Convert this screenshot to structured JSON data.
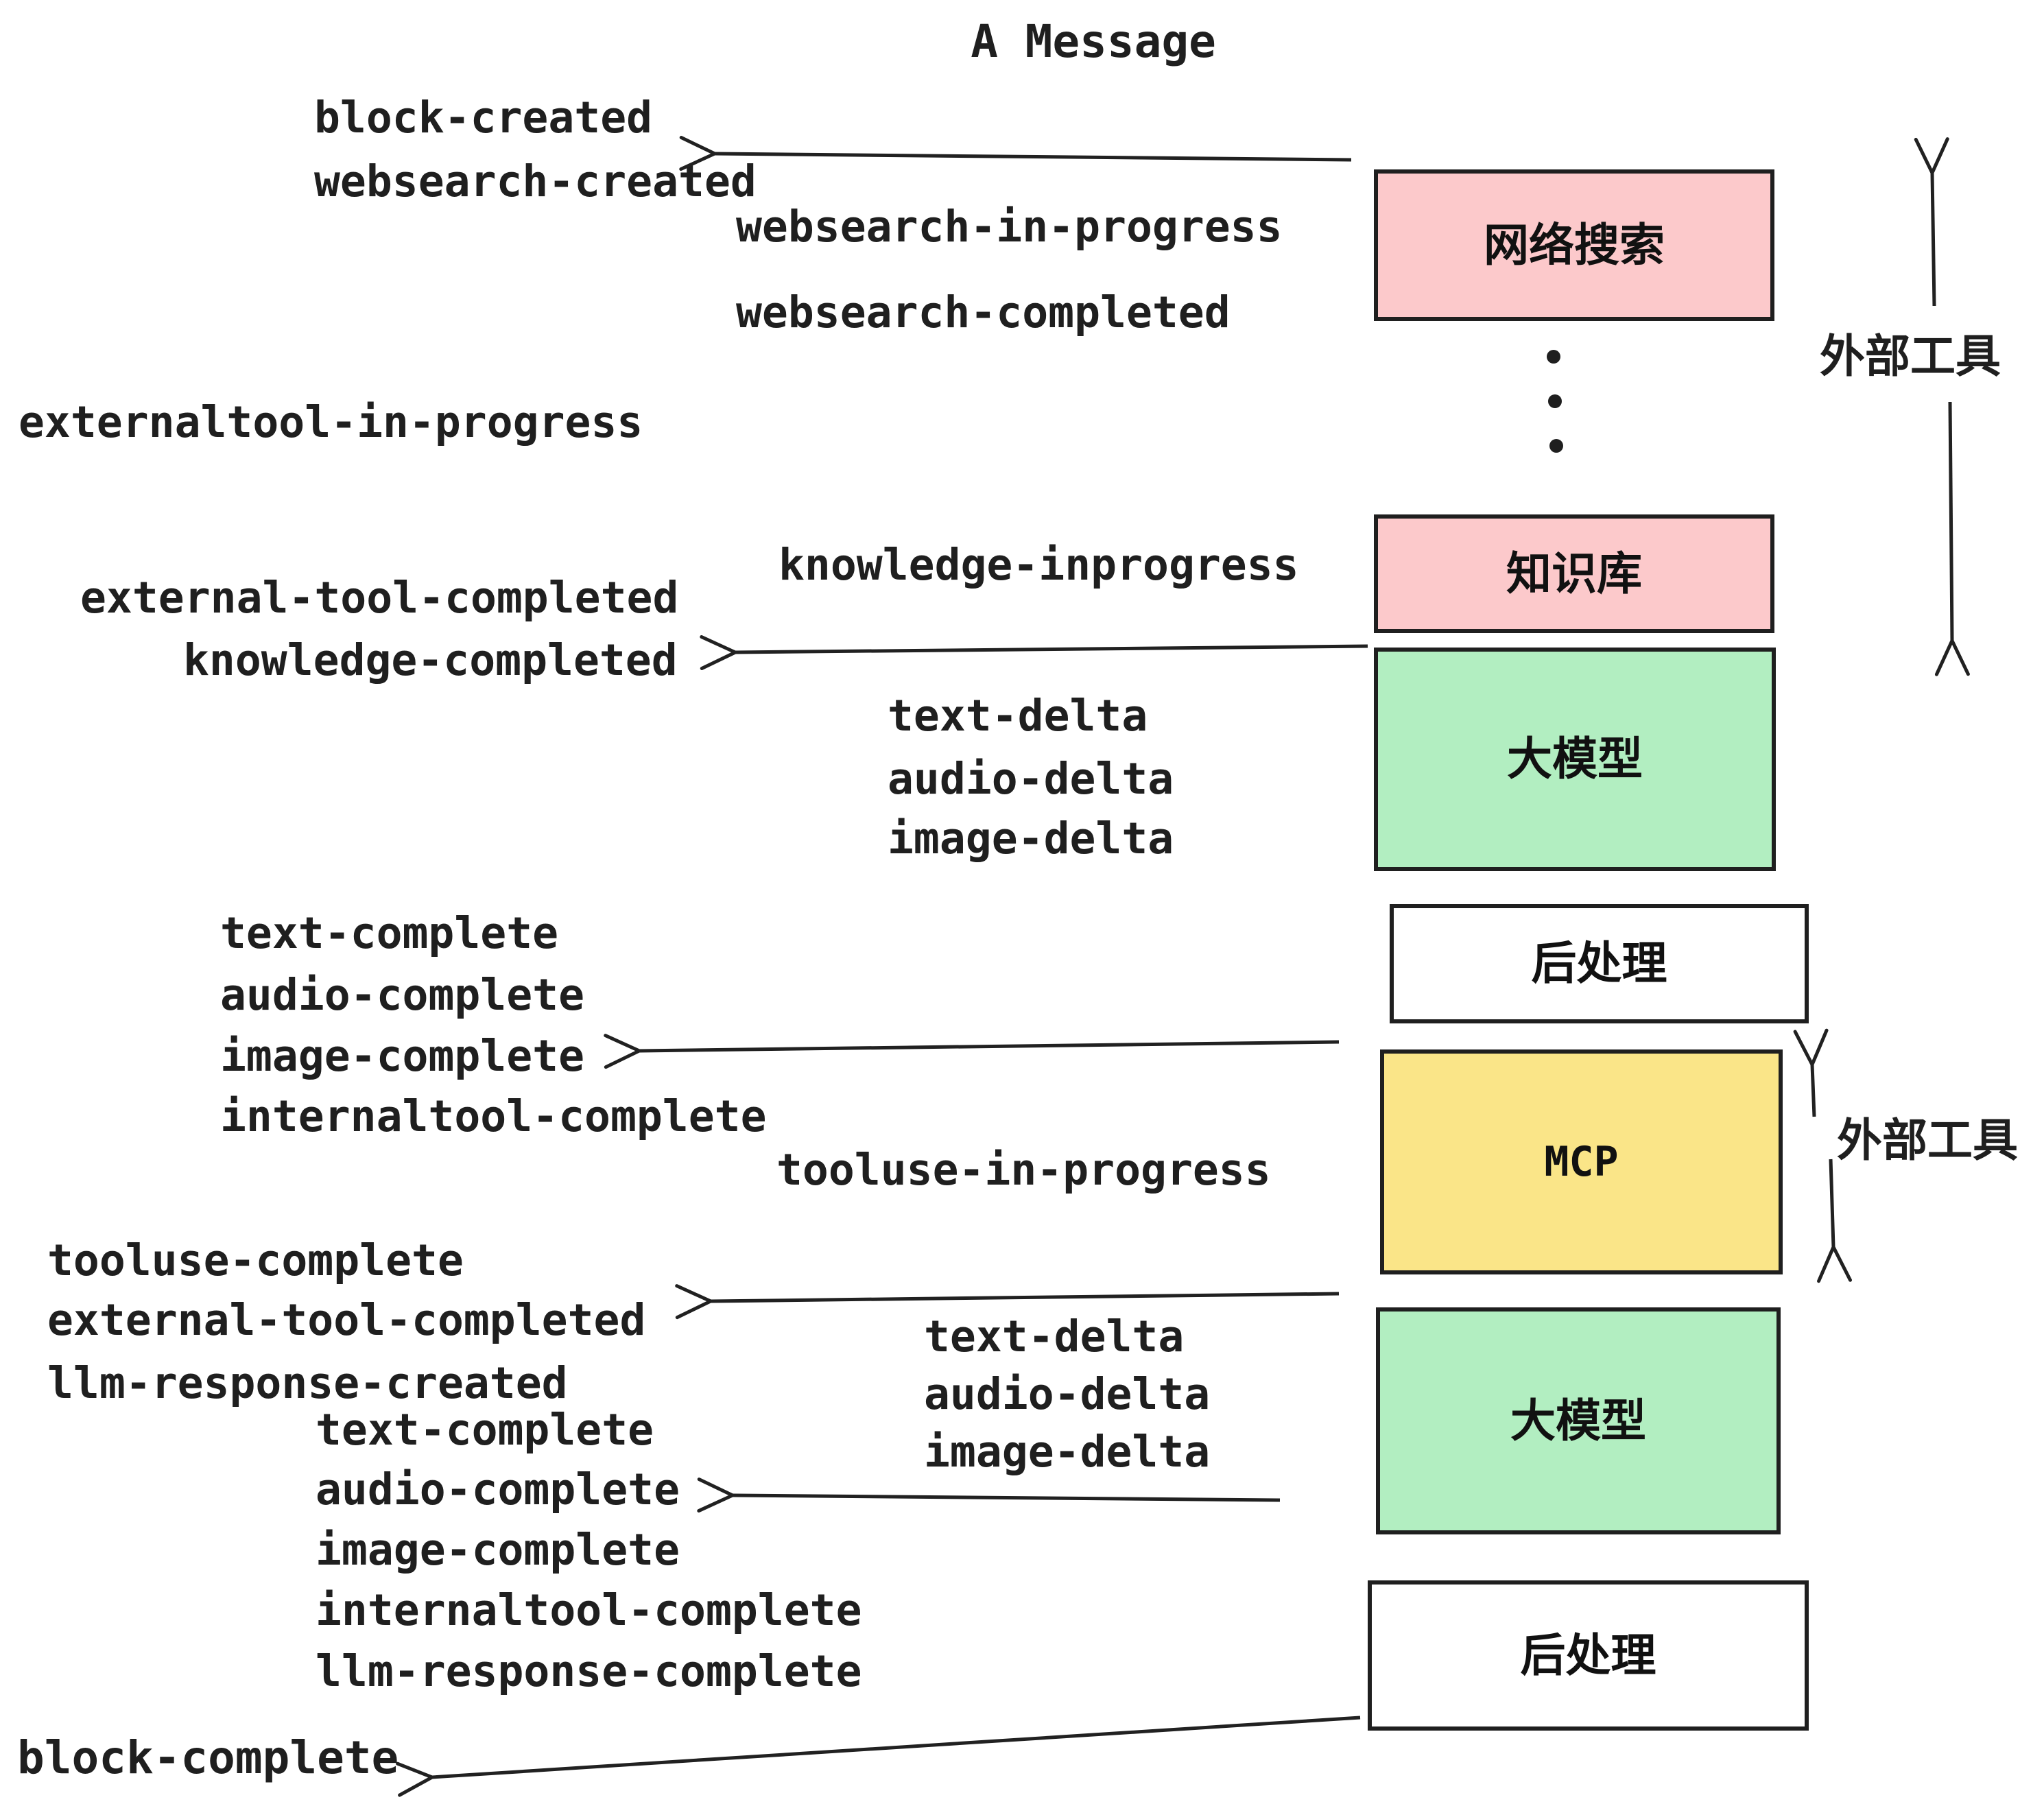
{
  "title": "A Message",
  "colors": {
    "pink": "#fcc9cb",
    "green": "#b2eec1",
    "yellow": "#fae588",
    "white": "#ffffff",
    "line": "#1f1f1f"
  },
  "boxes": [
    {
      "id": "websearch",
      "label": "网络搜索",
      "color": "pink"
    },
    {
      "id": "knowledge",
      "label": "知识库",
      "color": "pink"
    },
    {
      "id": "llm-1",
      "label": "大模型",
      "color": "green"
    },
    {
      "id": "postprocess-1",
      "label": "后处理",
      "color": "white"
    },
    {
      "id": "mcp",
      "label": "MCP",
      "color": "yellow"
    },
    {
      "id": "llm-2",
      "label": "大模型",
      "color": "green"
    },
    {
      "id": "postprocess-2",
      "label": "后处理",
      "color": "white"
    }
  ],
  "side_labels": [
    {
      "text": "外部工具"
    },
    {
      "text": "外部工具"
    }
  ],
  "events": [
    {
      "text": "block-created"
    },
    {
      "text": "websearch-created"
    },
    {
      "text": "websearch-in-progress"
    },
    {
      "text": "websearch-completed"
    },
    {
      "text": "externaltool-in-progress"
    },
    {
      "text": "knowledge-inprogress"
    },
    {
      "text": "external-tool-completed"
    },
    {
      "text": "knowledge-completed"
    },
    {
      "text": "text-delta"
    },
    {
      "text": "audio-delta"
    },
    {
      "text": "image-delta"
    },
    {
      "text": "text-complete"
    },
    {
      "text": "audio-complete"
    },
    {
      "text": "image-complete"
    },
    {
      "text": "internaltool-complete"
    },
    {
      "text": "tooluse-in-progress"
    },
    {
      "text": "tooluse-complete"
    },
    {
      "text": "external-tool-completed"
    },
    {
      "text": "llm-response-created"
    },
    {
      "text": "text-delta"
    },
    {
      "text": "audio-delta"
    },
    {
      "text": "image-delta"
    },
    {
      "text": "text-complete"
    },
    {
      "text": "audio-complete"
    },
    {
      "text": "image-complete"
    },
    {
      "text": "internaltool-complete"
    },
    {
      "text": "llm-response-complete"
    },
    {
      "text": "block-complete"
    }
  ]
}
